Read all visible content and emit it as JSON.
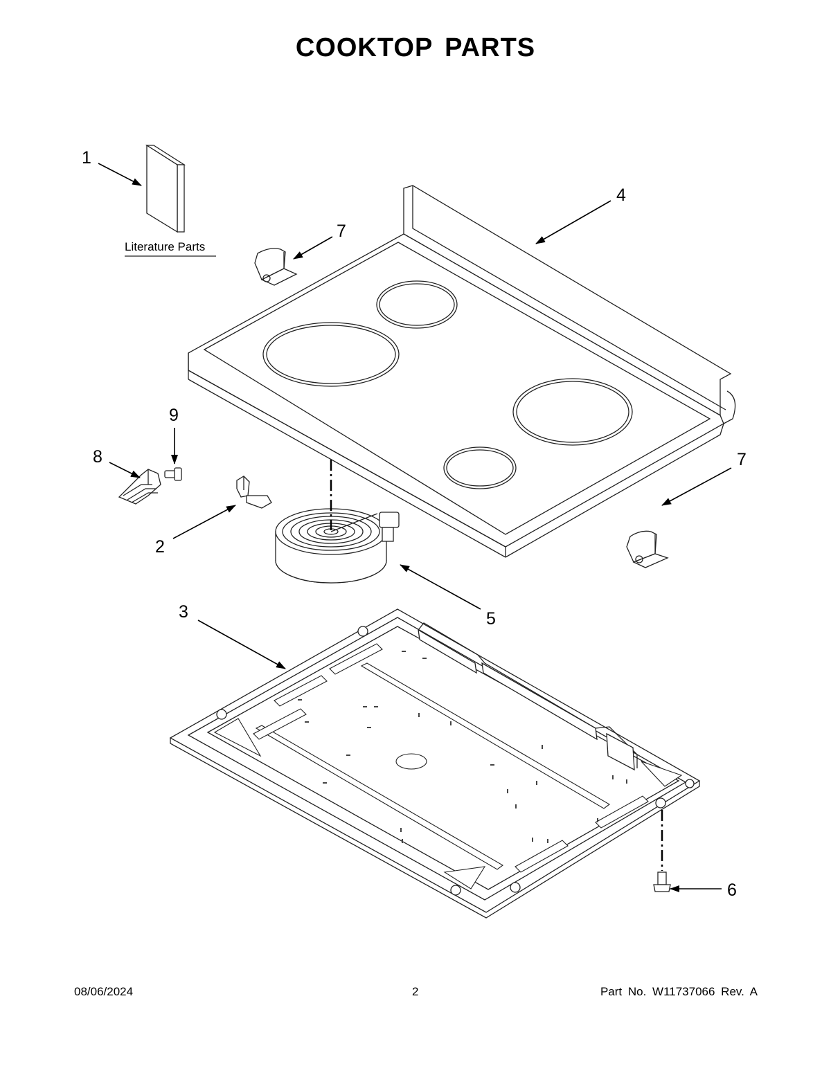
{
  "title": "COOKTOP PARTS",
  "literature_label": "Literature Parts",
  "callouts": {
    "c1": "1",
    "c2": "2",
    "c3": "3",
    "c4": "4",
    "c5": "5",
    "c6": "6",
    "c7a": "7",
    "c7b": "7",
    "c8": "8",
    "c9": "9"
  },
  "footer": {
    "date": "08/06/2024",
    "page": "2",
    "part": "Part No.  W11737066  Rev.  A"
  }
}
